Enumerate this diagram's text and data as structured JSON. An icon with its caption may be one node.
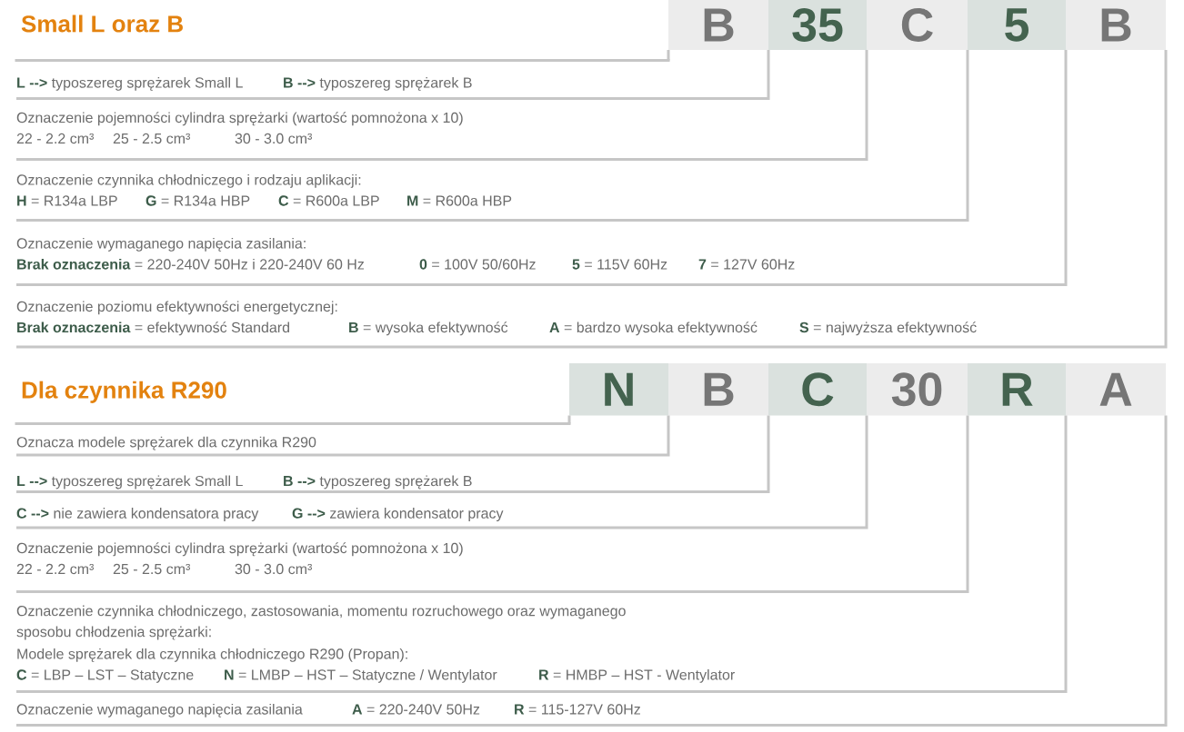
{
  "diagram": {
    "nodes": [
      {
        "text": [
          "Small L oraz B"
        ]
      },
      {
        "text": [
          "B"
        ]
      },
      {
        "text": [
          "35"
        ]
      },
      {
        "text": [
          "C"
        ]
      },
      {
        "text": [
          "5"
        ]
      },
      {
        "text": [
          "B"
        ]
      },
      {
        "text": [
          "**L -->** typoszereg sprężarek Small L",
          "**B -->** typoszereg sprężarek B"
        ]
      },
      {
        "text": [
          "Oznaczenie pojemności cylindra sprężarki (wartość pomnożona x 10)",
          "22 - 2.2 cm³",
          "25 - 2.5 cm³",
          "30 - 3.0 cm³"
        ]
      },
      {
        "text": [
          "Oznaczenie czynnika chłodniczego i rodzaju aplikacji:",
          "**H** = R134a LBP",
          "**G** = R134a HBP",
          "**C** = R600a LBP",
          "**M** = R600a HBP"
        ]
      },
      {
        "text": [
          "Oznaczenie wymaganego napięcia zasilania:",
          "**Brak oznaczenia** = 220-240V 50Hz i 220-240V 60 Hz",
          "**0** = 100V 50/60Hz",
          "**5** = 115V 60Hz",
          "**7** = 127V 60Hz"
        ]
      },
      {
        "text": [
          "Oznaczenie poziomu efektywności energetycznej:",
          "**Brak oznaczenia** = efektywność Standard",
          "**B** = wysoka efektywność",
          "**A** = bardzo wysoka efektywność",
          "**S** = najwyższa efektywność"
        ]
      },
      {
        "text": [
          "Dla czynnika R290"
        ]
      },
      {
        "text": [
          "N"
        ]
      },
      {
        "text": [
          "B"
        ]
      },
      {
        "text": [
          "C"
        ]
      },
      {
        "text": [
          "30"
        ]
      },
      {
        "text": [
          "R"
        ]
      },
      {
        "text": [
          "A"
        ]
      },
      {
        "text": [
          "Oznacza modele sprężarek dla czynnika R290"
        ]
      },
      {
        "text": [
          "**L -->** typoszereg sprężarek Small L",
          "**B -->** typoszereg sprężarek B"
        ]
      },
      {
        "text": [
          "**C -->** nie zawiera kondensatora pracy",
          "**G -->** zawiera kondensator pracy"
        ]
      },
      {
        "text": [
          "Oznaczenie pojemności cylindra sprężarki (wartość pomnożona x 10)",
          "22 - 2.2 cm³",
          "25 - 2.5 cm³",
          "30 - 3.0 cm³"
        ]
      },
      {
        "text": [
          "Oznaczenie czynnika chłodniczego, zastosowania, momentu rozruchowego oraz wymaganego sposobu chłodzenia sprężarki:",
          "Modele sprężarek dla czynnika chłodniczego R290 (Propan):",
          "**C** = LBP – LST – Statyczne",
          "**N** = LMBP – HST – Statyczne / Wentylator",
          "**R** = HMBP – HST - Wentylator"
        ]
      },
      {
        "text": [
          "Oznaczenie wymaganego napięcia zasilania",
          "**A** = 220-240V 50Hz",
          "**R** = 115-127V 60Hz"
        ]
      }
    ],
    "edges": [
      {
        "from": 0,
        "to": 1,
        "arrow": "none"
      },
      {
        "from": 1,
        "to": 6,
        "arrow": "none"
      },
      {
        "from": 2,
        "to": 7,
        "arrow": "none"
      },
      {
        "from": 3,
        "to": 8,
        "arrow": "none"
      },
      {
        "from": 4,
        "to": 9,
        "arrow": "none"
      },
      {
        "from": 5,
        "to": 10,
        "arrow": "none"
      },
      {
        "from": 11,
        "to": 12,
        "arrow": "none"
      },
      {
        "from": 12,
        "to": 18,
        "arrow": "none"
      },
      {
        "from": 13,
        "to": 19,
        "arrow": "none"
      },
      {
        "from": 14,
        "to": 20,
        "arrow": "none"
      },
      {
        "from": 15,
        "to": 21,
        "arrow": "none"
      },
      {
        "from": 16,
        "to": 22,
        "arrow": "none"
      },
      {
        "from": 17,
        "to": 23,
        "arrow": "none"
      }
    ]
  }
}
